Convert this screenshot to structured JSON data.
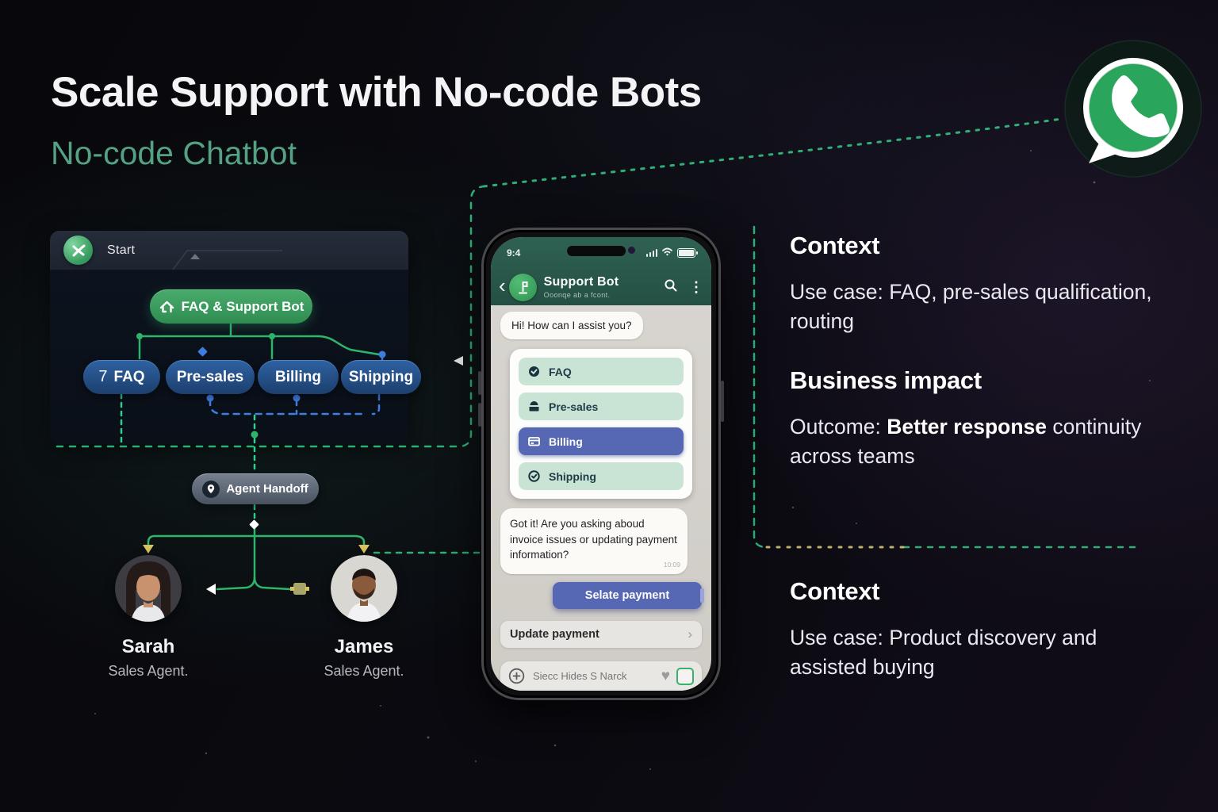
{
  "title": {
    "main": "Scale Support with No-code Bots",
    "sub": "No-code Chatbot"
  },
  "flow": {
    "tab": "Start",
    "root": "FAQ & Support Bot",
    "nodes": [
      {
        "icon": "7",
        "label": "FAQ"
      },
      {
        "label": "Pre-sales"
      },
      {
        "label": "Billing"
      },
      {
        "label": "Shipping"
      }
    ],
    "handoff": "Agent Handoff",
    "agents": [
      {
        "name": "Sarah",
        "role": "Sales Agent."
      },
      {
        "name": "James",
        "role": "Sales Agent."
      }
    ]
  },
  "phone": {
    "time": "9:4",
    "chat": {
      "title": "Support Bot",
      "subtitle": "Ooonqe ab a fcont.",
      "greeting": "Hi! How can I assist you?",
      "options": [
        {
          "label": "FAQ"
        },
        {
          "label": "Pre-sales"
        },
        {
          "label": "Billing"
        },
        {
          "label": "Shipping"
        }
      ],
      "followup": "Got it! Are you asking aboud invoice issues or updating payment information?",
      "followup_time": "10:09",
      "cta": "Selate payment",
      "secondary": "Update payment",
      "input_placeholder": "Siecc Hides S Narck"
    }
  },
  "sections": [
    {
      "heading": "Context",
      "text": "Use case: FAQ, pre-sales qualification, routing"
    },
    {
      "heading": "Business impact",
      "prefix": "Outcome: ",
      "bold": "Better response",
      "suffix": " continuity across teams"
    },
    {
      "heading": "Context",
      "text": "Use case: Product discovery and assisted buying"
    }
  ],
  "colors": {
    "accent": "#3fae6f",
    "subtitle": "#55a183",
    "node-blue": "#2a5c9c",
    "indigo": "#5668b4",
    "mint": "#c9e4d4",
    "wa-header": "#2a584b",
    "chat-bg": "#d8d5d0",
    "dash-green": "#39d68f",
    "dash-blue": "#3f7de0"
  }
}
